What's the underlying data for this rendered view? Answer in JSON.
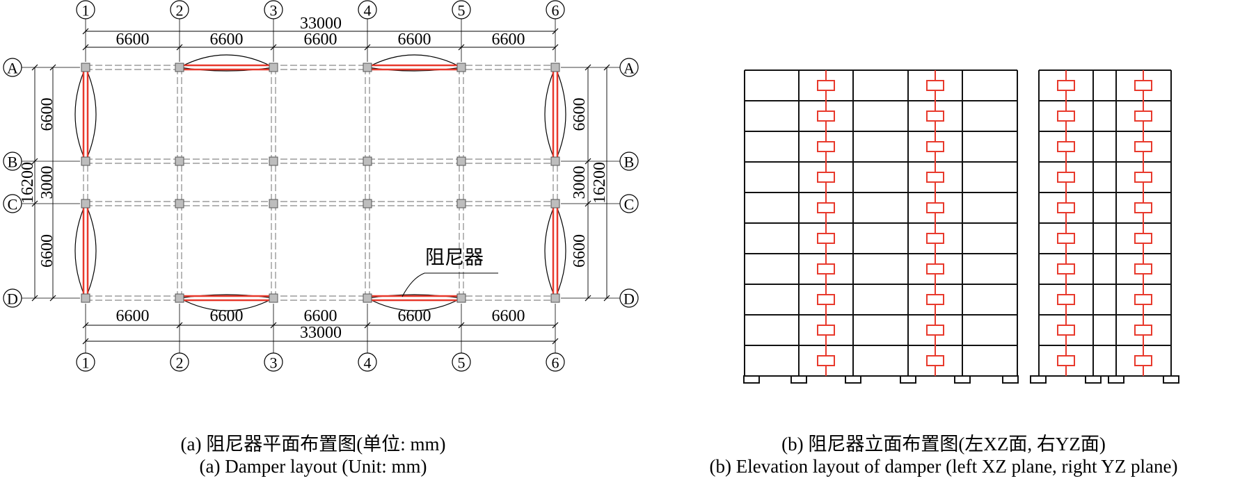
{
  "plan": {
    "column_axes": [
      "1",
      "2",
      "3",
      "4",
      "5",
      "6"
    ],
    "row_axes": [
      "A",
      "B",
      "C",
      "D"
    ],
    "top_dims": [
      "6600",
      "6600",
      "6600",
      "6600",
      "6600"
    ],
    "top_total": "33000",
    "bottom_dims": [
      "6600",
      "6600",
      "6600",
      "6600",
      "6600"
    ],
    "bottom_total": "33000",
    "left_dims": [
      "6600",
      "3000",
      "6600"
    ],
    "left_total": "16200",
    "right_dims": [
      "6600",
      "3000",
      "6600"
    ],
    "right_total": "16200",
    "damper_label": "阻尼器"
  },
  "elevation": {
    "xz_stories": 10,
    "xz_bays": 5,
    "yz_stories": 10,
    "yz_bays": 3
  },
  "colors": {
    "damper": "#e8392c",
    "frame": "#111111",
    "column": "#9a9a9a"
  },
  "captions": {
    "a_cn": "(a) 阻尼器平面布置图(单位: mm)",
    "a_en": "(a) Damper layout (Unit: mm)",
    "b_cn": "(b) 阻尼器立面布置图(左XZ面, 右YZ面)",
    "b_en": "(b) Elevation layout of damper (left XZ plane, right YZ plane)"
  }
}
